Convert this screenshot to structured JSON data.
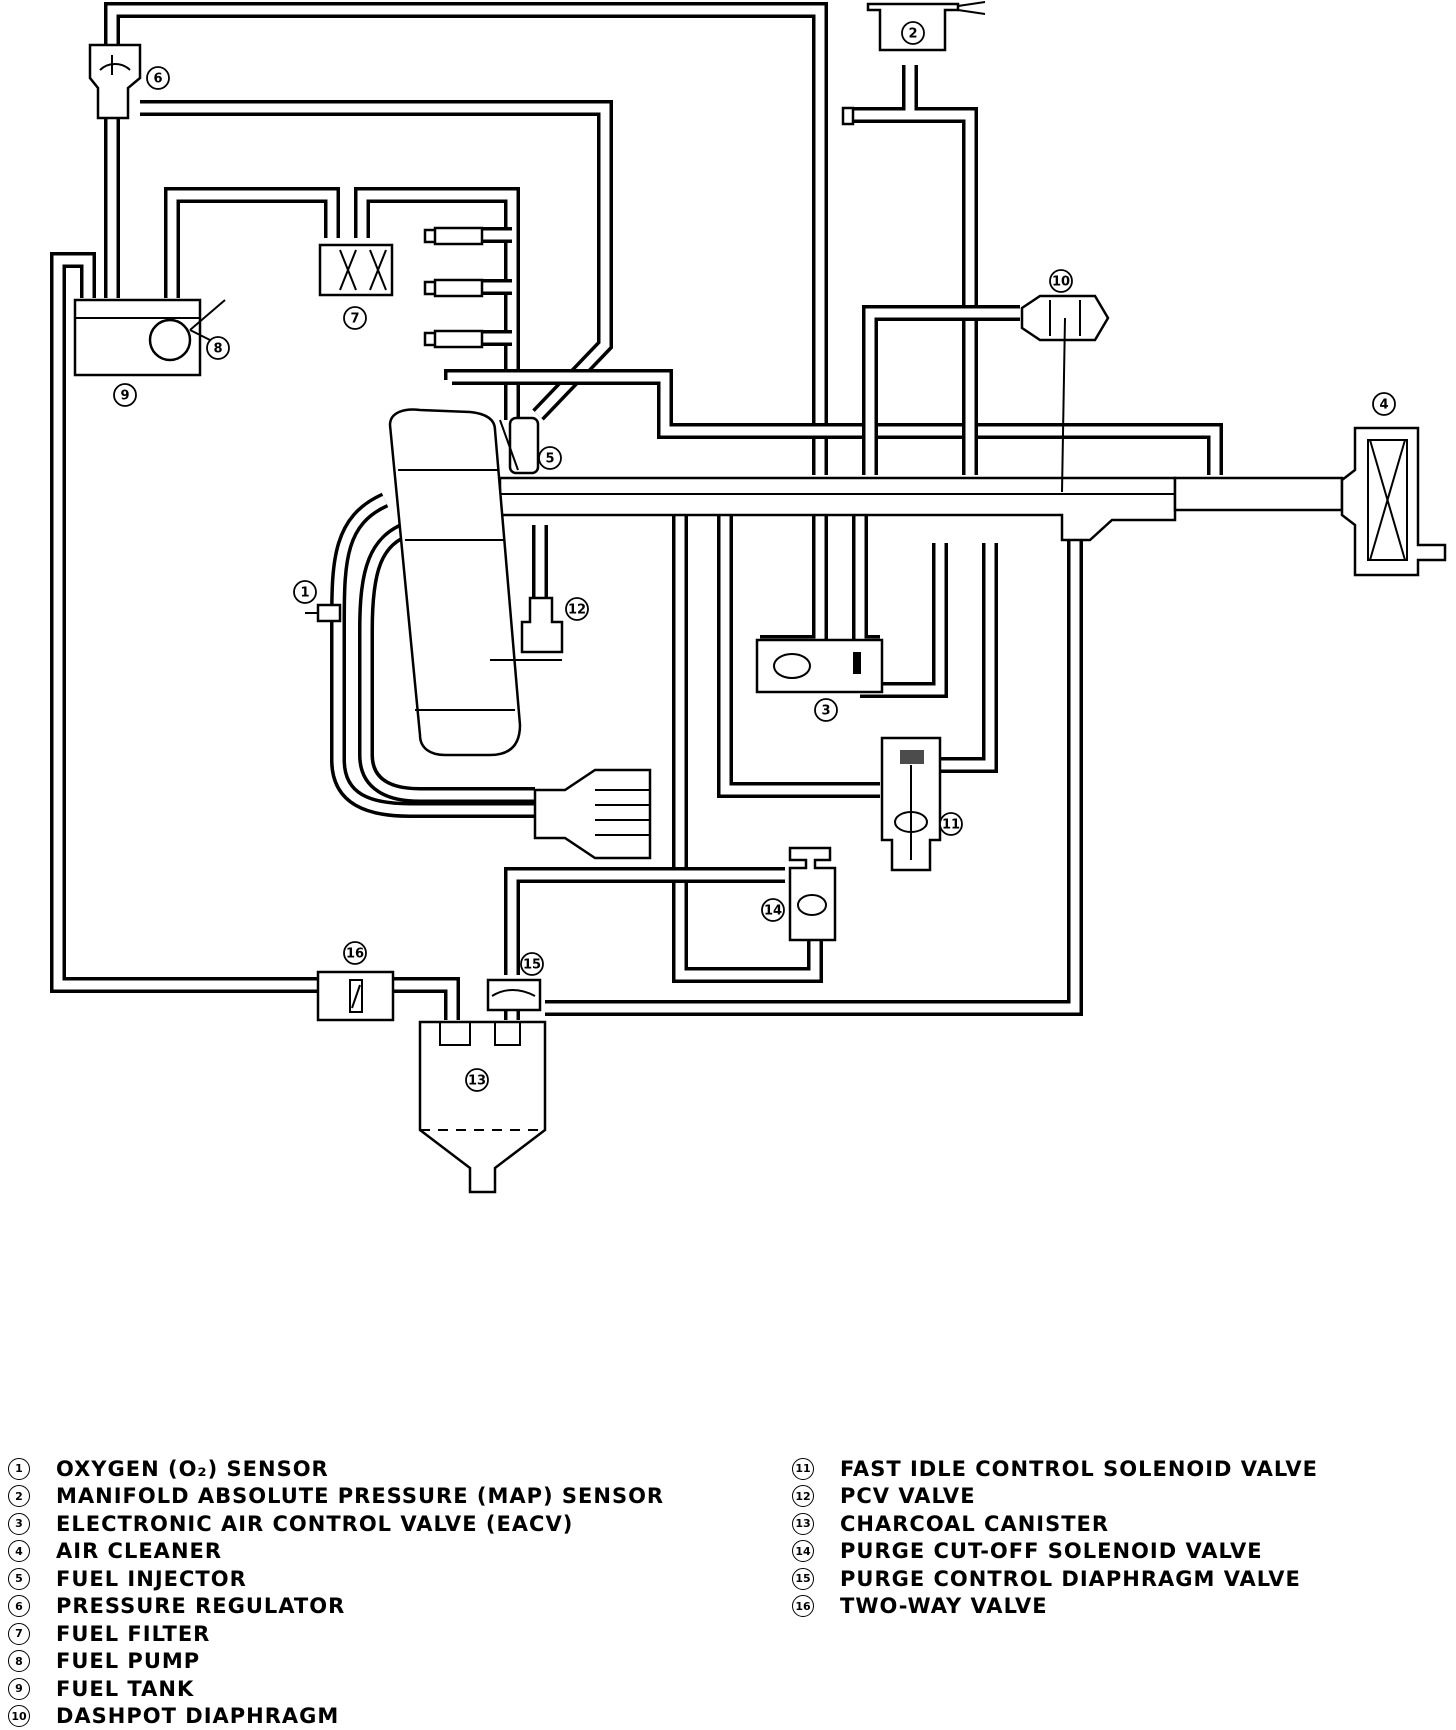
{
  "diagram": {
    "markers": [
      "1",
      "2",
      "3",
      "4",
      "5",
      "6",
      "7",
      "8",
      "9",
      "10",
      "11",
      "12",
      "13",
      "14",
      "15",
      "16"
    ]
  },
  "legend": {
    "left": [
      {
        "num": "1",
        "text": "OXYGEN (O₂) SENSOR"
      },
      {
        "num": "2",
        "text": "MANIFOLD ABSOLUTE PRESSURE (MAP) SENSOR"
      },
      {
        "num": "3",
        "text": "ELECTRONIC AIR CONTROL VALVE (EACV)"
      },
      {
        "num": "4",
        "text": "AIR CLEANER"
      },
      {
        "num": "5",
        "text": "FUEL INJECTOR"
      },
      {
        "num": "6",
        "text": "PRESSURE REGULATOR"
      },
      {
        "num": "7",
        "text": "FUEL FILTER"
      },
      {
        "num": "8",
        "text": "FUEL PUMP"
      },
      {
        "num": "9",
        "text": "FUEL TANK"
      },
      {
        "num": "10",
        "text": "DASHPOT DIAPHRAGM"
      }
    ],
    "right": [
      {
        "num": "11",
        "text": "FAST IDLE CONTROL SOLENOID VALVE"
      },
      {
        "num": "12",
        "text": "PCV VALVE"
      },
      {
        "num": "13",
        "text": "CHARCOAL CANISTER"
      },
      {
        "num": "14",
        "text": "PURGE CUT-OFF SOLENOID VALVE"
      },
      {
        "num": "15",
        "text": "PURGE CONTROL DIAPHRAGM VALVE"
      },
      {
        "num": "16",
        "text": "TWO-WAY VALVE"
      }
    ]
  }
}
